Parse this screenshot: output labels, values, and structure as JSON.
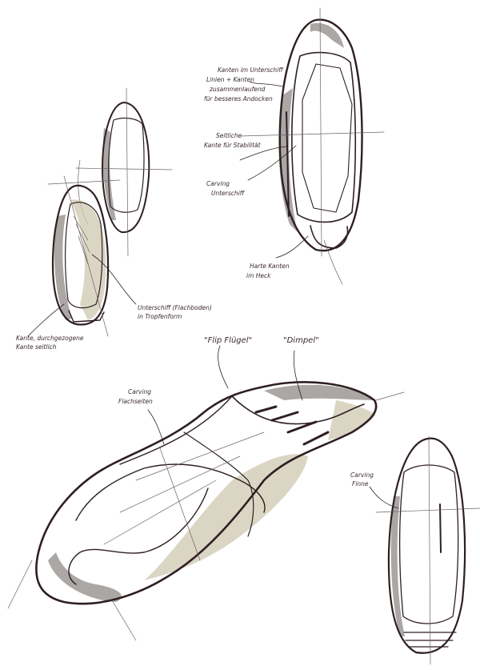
{
  "annotations": {
    "edges_underside": [
      "Kanten im Unterschiff",
      "Linien + Kanten",
      "zusammenlaufend",
      "für besseres Andocken"
    ],
    "side_edge": [
      "Seitliche",
      "Kante für Stabilität"
    ],
    "carving_underside": [
      "Carving",
      "Unterschiff"
    ],
    "hard_edges_tail": [
      "Harte Kanten",
      "im Heck"
    ],
    "underside_flat": [
      "Unterschiff (Flachboden)",
      "in Tropfenform"
    ],
    "side_edge_continuous": [
      "Kante, durchgezogene",
      "Kante seitlich"
    ],
    "flip_wing": "\"Flip Flügel\"",
    "dimple": "\"Dimpel\"",
    "carving_flat_sides": [
      "Carving",
      "Flachseiten"
    ],
    "carving_fin": [
      "Carving",
      "Finne"
    ]
  }
}
